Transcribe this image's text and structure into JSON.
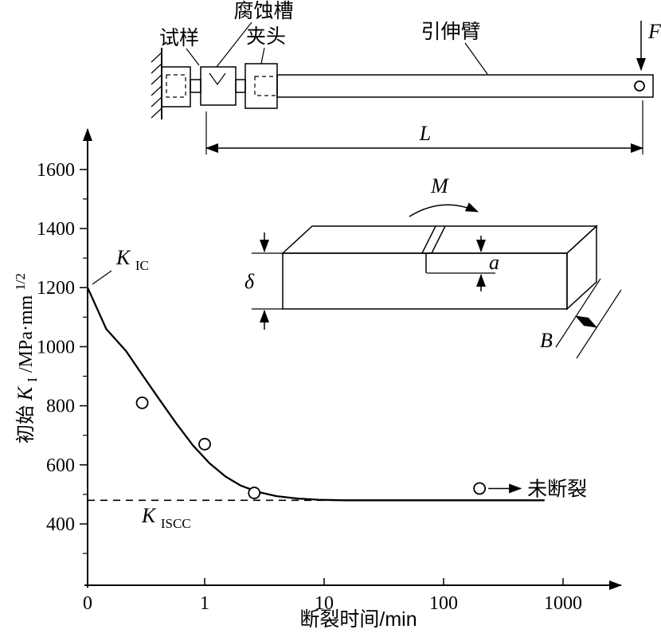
{
  "apparatus": {
    "labels": {
      "specimen": "试样",
      "tank": "腐蚀槽",
      "grip": "夹头",
      "arm": "引伸臂",
      "force": "F",
      "length": "L"
    }
  },
  "specimen_sketch": {
    "labels": {
      "moment": "M",
      "height": "δ",
      "crack_depth": "a",
      "thickness": "B"
    }
  },
  "chart_data": {
    "type": "line",
    "title": "",
    "xlabel": "断裂时间/min",
    "ylabel": "初始KI/MPa·mm1/2",
    "ylabel_parts": {
      "prefix": "初始",
      "symbol": "K",
      "sub": "I",
      "unit": "/MPa·mm",
      "sup": "1/2"
    },
    "x_scale": "log",
    "x_axis": {
      "tick_labels": [
        "0",
        "1",
        "10",
        "100",
        "1000"
      ],
      "tick_values": [
        0,
        1,
        10,
        100,
        1000
      ]
    },
    "y_axis": {
      "ticks": [
        400,
        600,
        800,
        1000,
        1200,
        1400,
        1600
      ],
      "minor_ticks": [
        300,
        500,
        700,
        900,
        1100,
        1300,
        1500
      ],
      "ylim": [
        300,
        1700
      ]
    },
    "k_ic": 1200,
    "k_iscc": 480,
    "curve": [
      [
        0,
        1200
      ],
      [
        0.15,
        1060
      ],
      [
        0.22,
        985
      ],
      [
        0.3,
        905
      ],
      [
        0.42,
        820
      ],
      [
        0.58,
        740
      ],
      [
        0.8,
        665
      ],
      [
        1.1,
        605
      ],
      [
        1.5,
        560
      ],
      [
        2,
        530
      ],
      [
        2.8,
        508
      ],
      [
        4,
        494
      ],
      [
        6,
        486
      ],
      [
        9,
        482
      ],
      [
        15,
        480
      ],
      [
        700,
        480
      ]
    ],
    "points": [
      {
        "t": 0.3,
        "K": 810
      },
      {
        "t": 1,
        "K": 670
      },
      {
        "t": 2.6,
        "K": 505
      },
      {
        "t": 200,
        "K": 520,
        "note": "未断裂"
      }
    ],
    "labels": {
      "kic": {
        "symbol": "K",
        "sub": "IC"
      },
      "kiscc": {
        "symbol": "K",
        "sub": "ISCC"
      },
      "unbroken": "未断裂"
    }
  }
}
